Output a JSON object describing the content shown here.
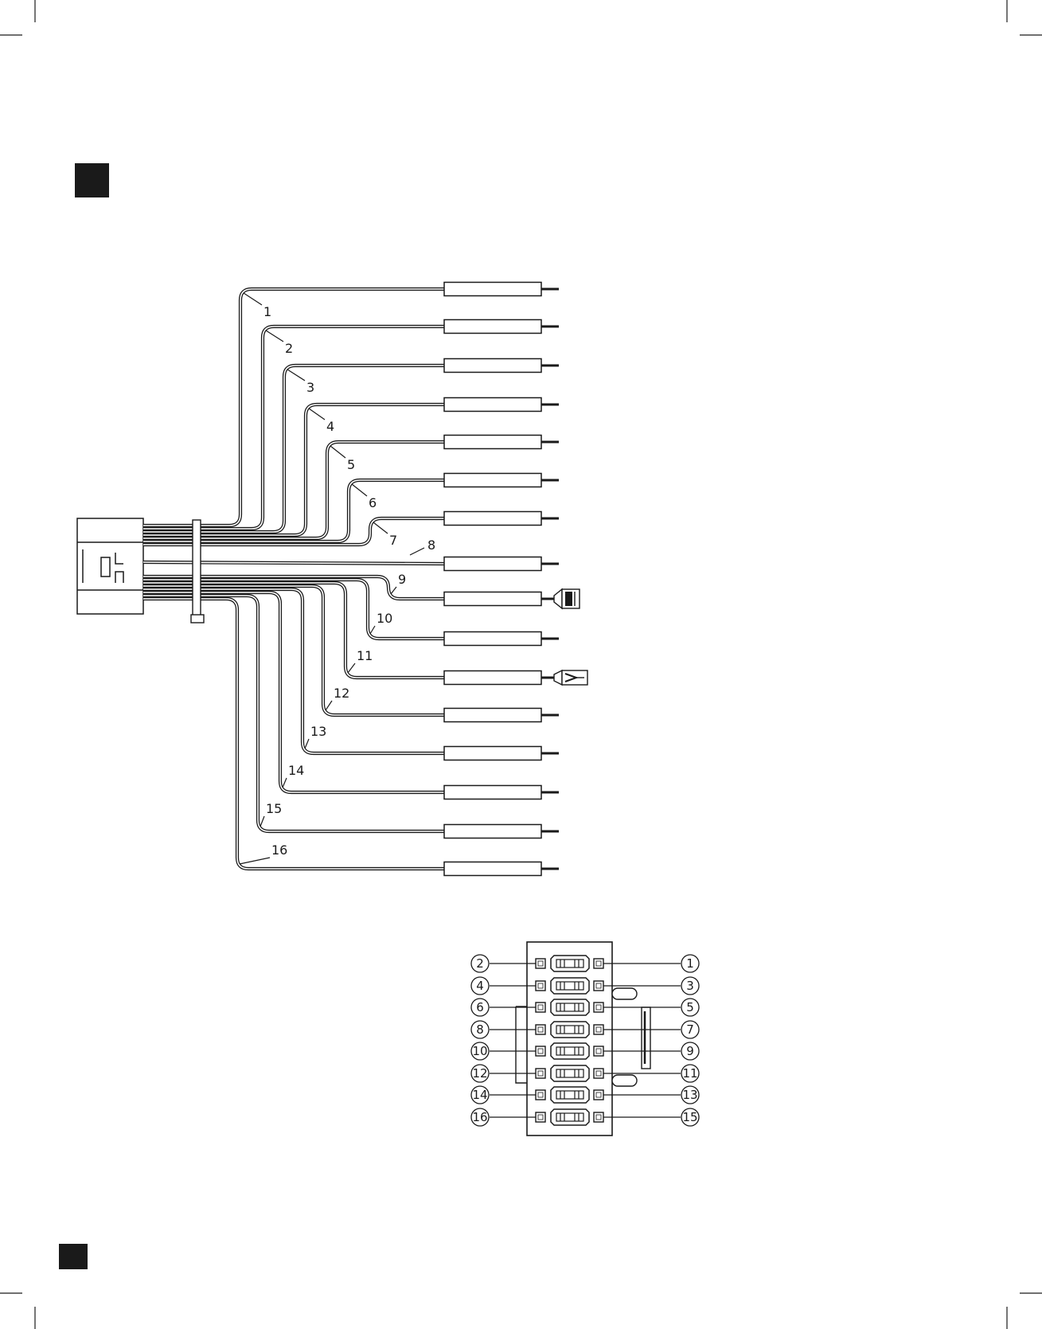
{
  "harness": {
    "wires": [
      {
        "label": "1"
      },
      {
        "label": "2"
      },
      {
        "label": "3"
      },
      {
        "label": "4"
      },
      {
        "label": "5"
      },
      {
        "label": "6"
      },
      {
        "label": "7"
      },
      {
        "label": "8"
      },
      {
        "label": "9"
      },
      {
        "label": "10"
      },
      {
        "label": "11"
      },
      {
        "label": "12"
      },
      {
        "label": "13"
      },
      {
        "label": "14"
      },
      {
        "label": "15"
      },
      {
        "label": "16"
      }
    ]
  },
  "connector": {
    "left_pins": [
      "2",
      "4",
      "6",
      "8",
      "10",
      "12",
      "14",
      "16"
    ],
    "right_pins": [
      "1",
      "3",
      "5",
      "7",
      "9",
      "11",
      "13",
      "15"
    ]
  },
  "colors": {
    "ink": "#1a1a1a",
    "paper": "#ffffff"
  }
}
